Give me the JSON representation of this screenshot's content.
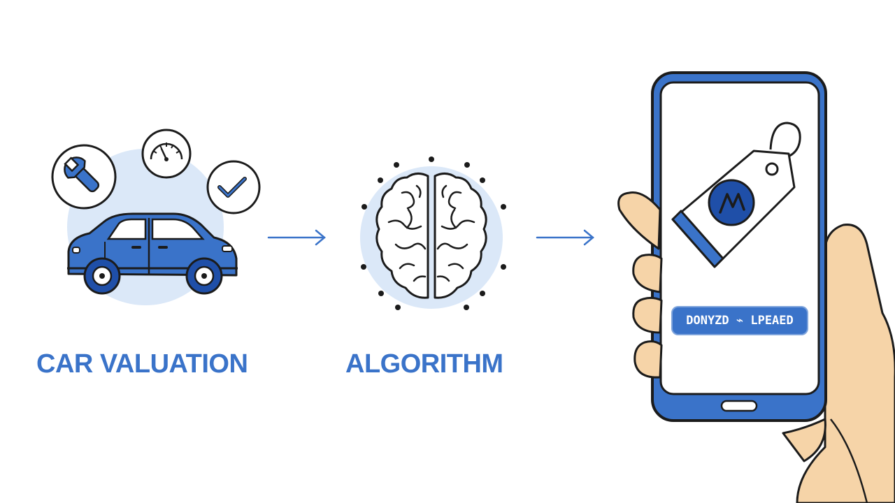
{
  "colors": {
    "accent": "#3a73c9",
    "accent_dark": "#1f4fa8",
    "halo": "#dbe8f8",
    "outline": "#1b1b1b",
    "skin": "#f6d4a8",
    "screen": "#ffffff"
  },
  "stages": [
    {
      "label": "CAR VALUATION",
      "icons": [
        "wrench-icon",
        "gauge-icon",
        "checkmark-icon",
        "car-icon"
      ]
    },
    {
      "label": "ALGORITHM",
      "icons": [
        "brain-icon"
      ]
    },
    {
      "label": "",
      "icons": [
        "phone-icon",
        "price-tag-icon",
        "hand-icon"
      ]
    }
  ],
  "phone": {
    "button_label": "DONYZD ⌁ LPEAED"
  }
}
